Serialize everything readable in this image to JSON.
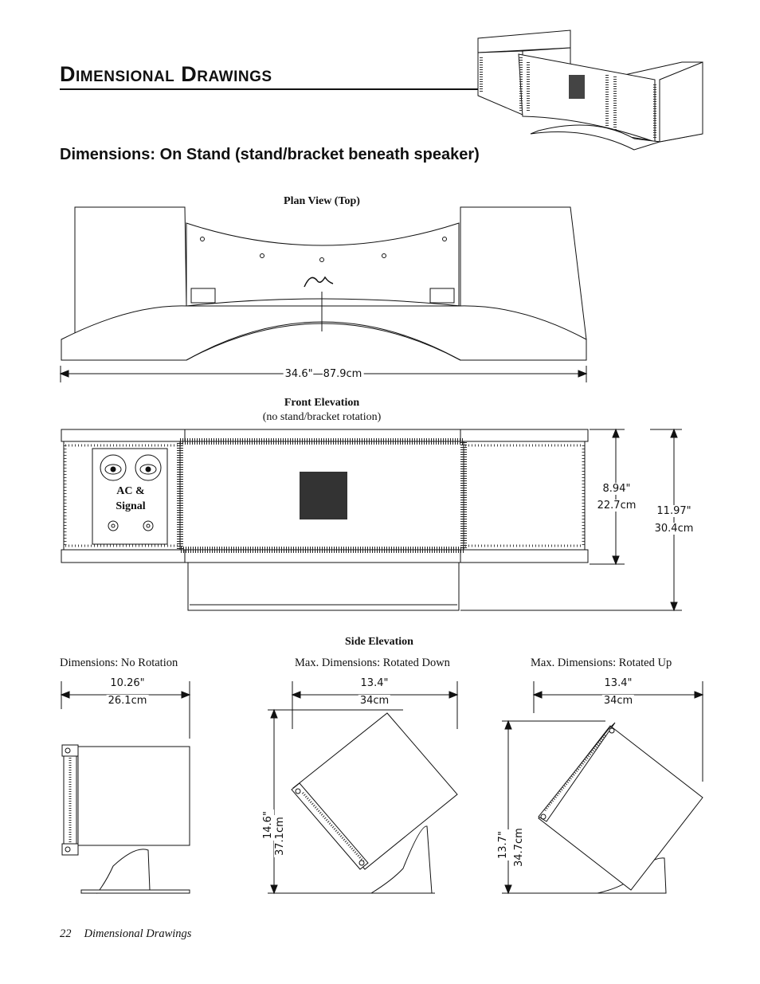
{
  "header": {
    "title": "Dimensional Drawings"
  },
  "section": {
    "heading": "Dimensions: On Stand (stand/bracket beneath speaker)"
  },
  "plan_view": {
    "caption": "Plan View (Top)",
    "width_dimension": "34.6\"—87.9cm"
  },
  "front_elevation": {
    "caption": "Front Elevation",
    "subcaption": "(no stand/bracket rotation)",
    "panel_label_line1": "AC &",
    "panel_label_line2": "Signal",
    "height_speaker_in": "8.94\"",
    "height_speaker_cm": "22.7cm",
    "height_total_in": "11.97\"",
    "height_total_cm": "30.4cm"
  },
  "side_elevation": {
    "caption": "Side Elevation",
    "no_rotation": {
      "label": "Dimensions: No Rotation",
      "width_in": "10.26\"",
      "width_cm": "26.1cm"
    },
    "rotated_down": {
      "label": "Max. Dimensions: Rotated Down",
      "width_in": "13.4\"",
      "width_cm": "34cm",
      "height_in": "14.6\"",
      "height_cm": "37.1cm"
    },
    "rotated_up": {
      "label": "Max. Dimensions: Rotated Up",
      "width_in": "13.4\"",
      "width_cm": "34cm",
      "height_in": "13.7\"",
      "height_cm": "34.7cm"
    }
  },
  "footer": {
    "page_number": "22",
    "section_name": "Dimensional Drawings"
  }
}
